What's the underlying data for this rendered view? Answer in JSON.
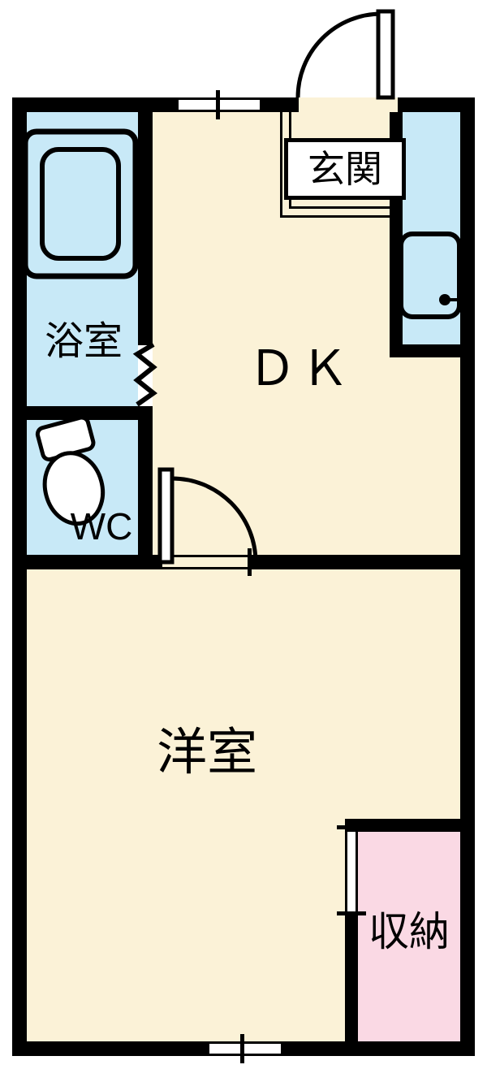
{
  "plan": {
    "rooms": {
      "genkan": {
        "label": "玄関"
      },
      "bath": {
        "label": "浴室"
      },
      "wc": {
        "label": "WC"
      },
      "dk": {
        "label": "ＤＫ"
      },
      "western_room": {
        "label": "洋室"
      },
      "closet": {
        "label": "収納"
      }
    },
    "colors": {
      "floor_cream": "#FBF2D7",
      "wet_area_blue": "#C8E9F7",
      "closet_pink": "#FAD9E4",
      "wall_black": "#000000",
      "background": "#FFFFFF"
    },
    "icons": {
      "entrance_door": "door-swing-icon",
      "room_door": "door-swing-icon",
      "bathtub": "bathtub-icon",
      "toilet": "toilet-icon",
      "kitchen_sink": "sink-icon",
      "bath_folding_door": "folding-door-icon",
      "windows": "window-symbol"
    }
  }
}
